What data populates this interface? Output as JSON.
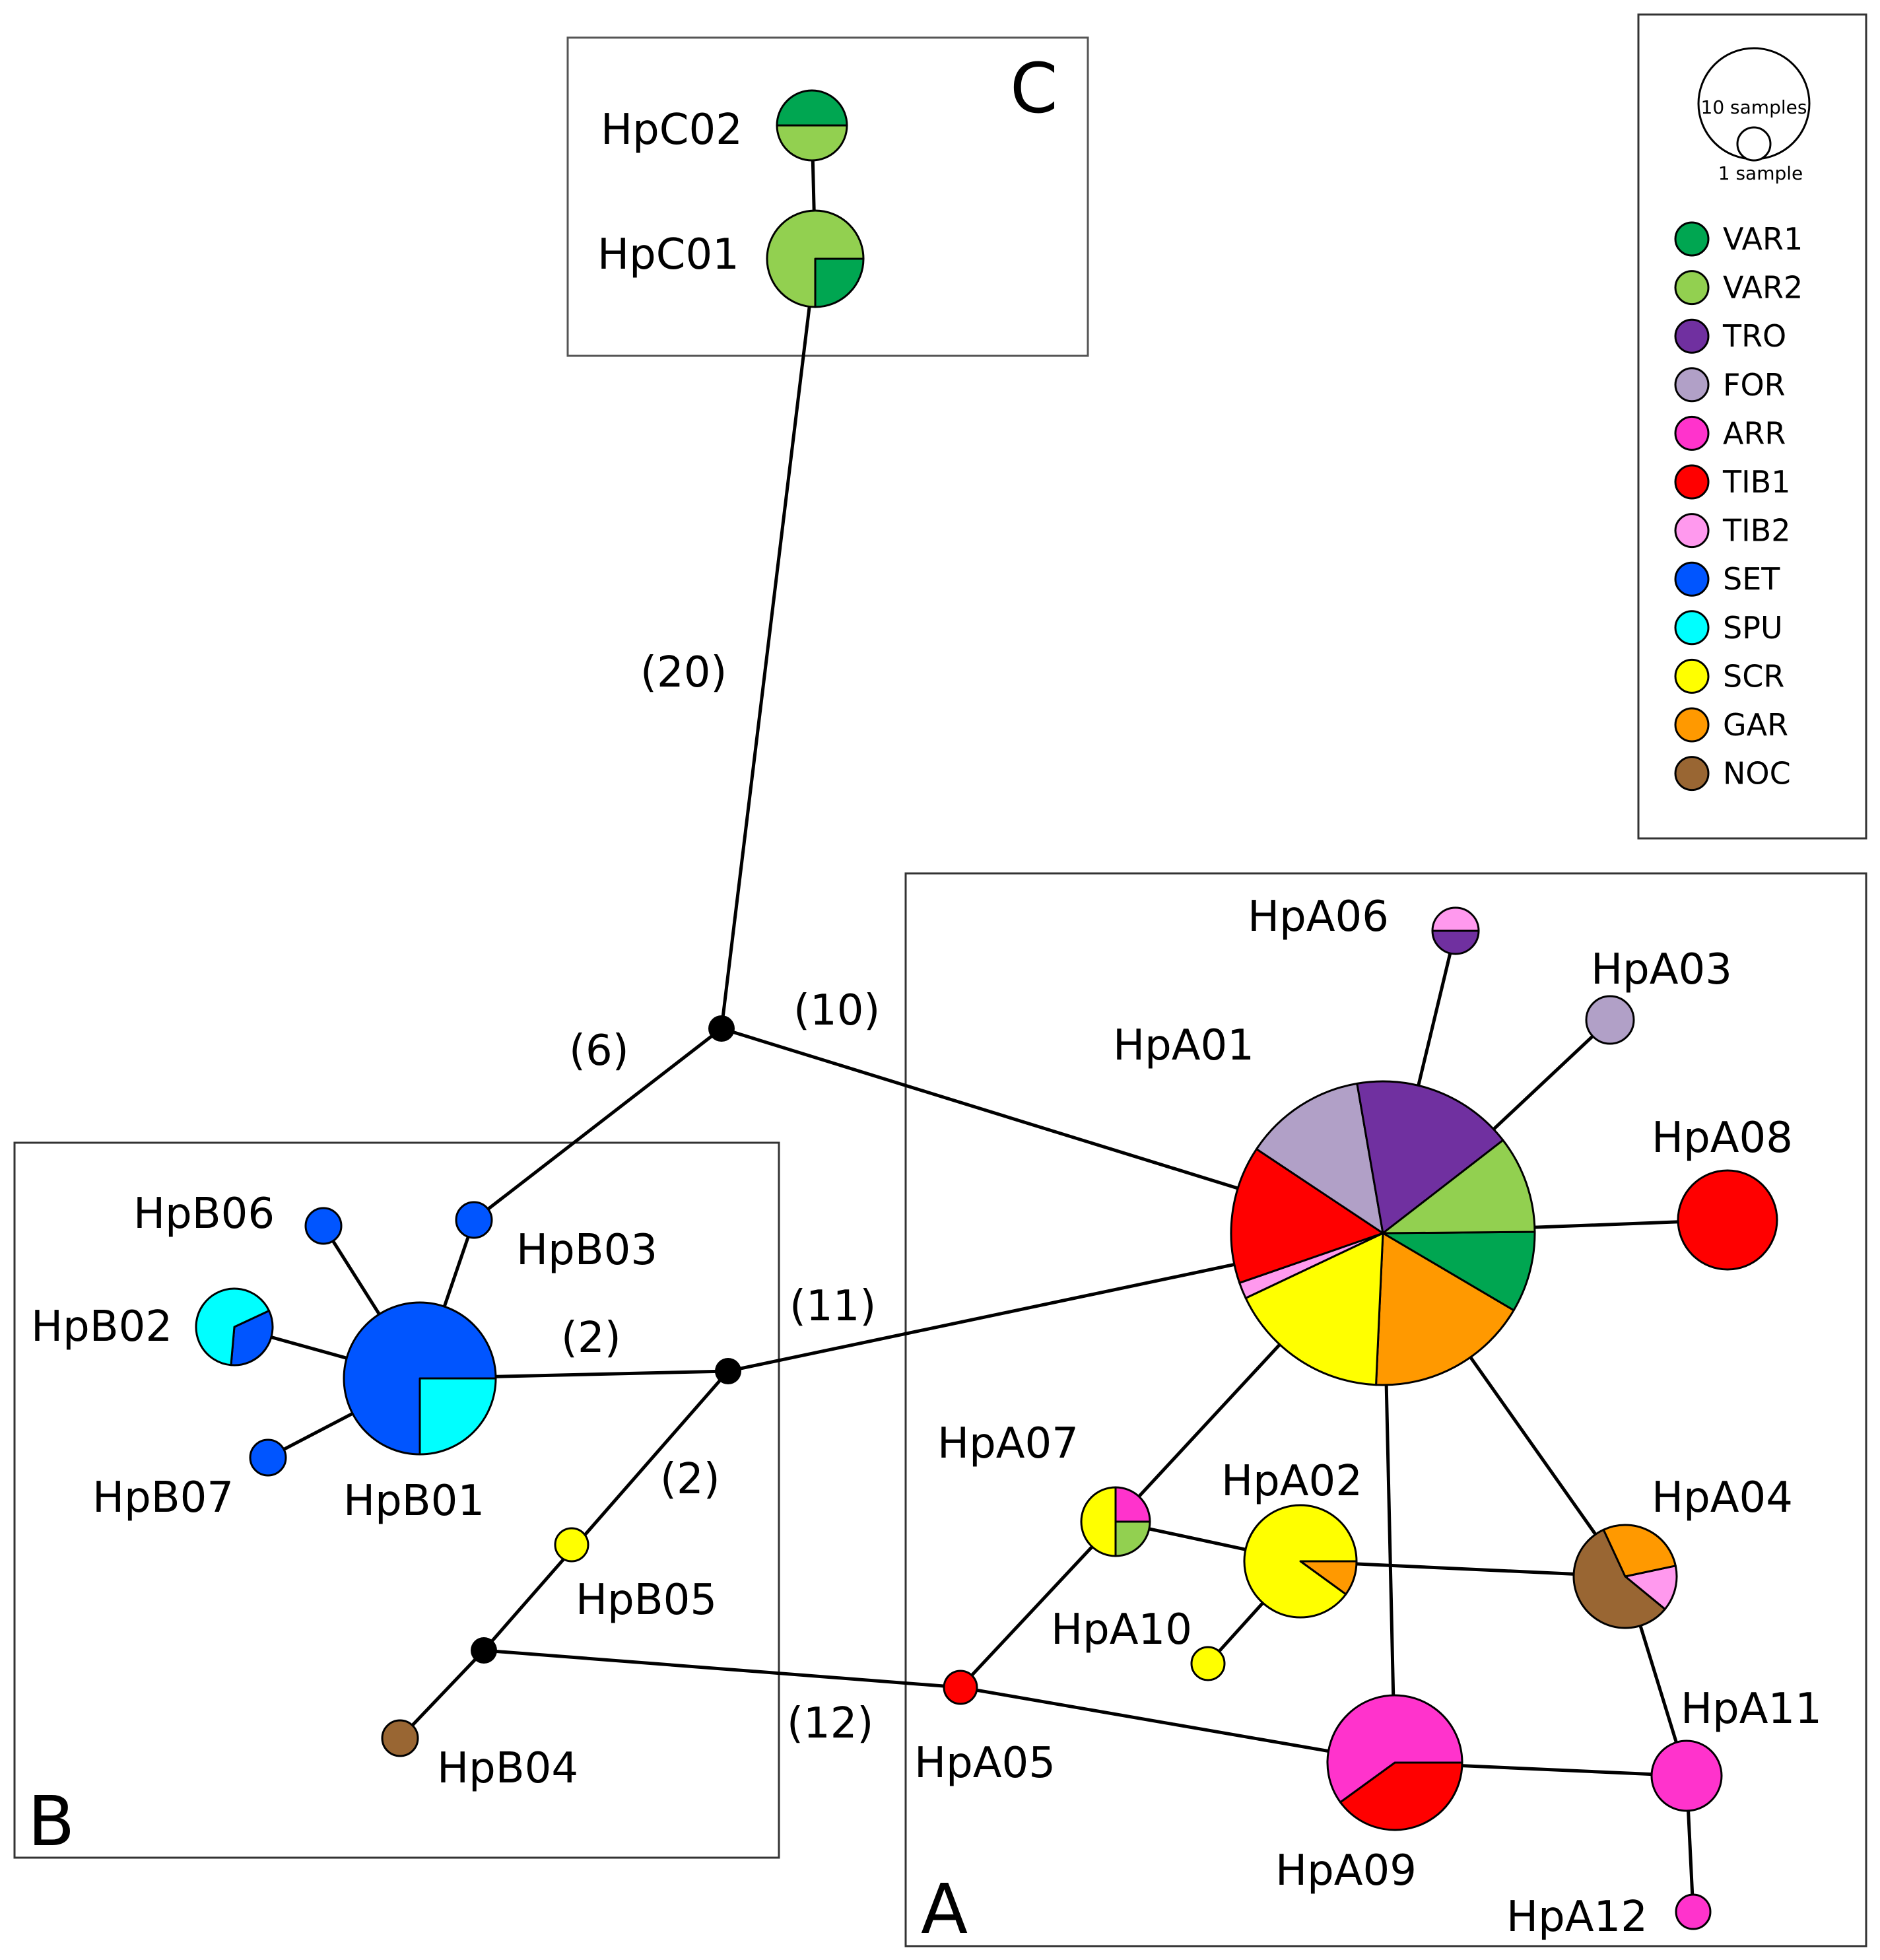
{
  "populations": [
    {
      "code": "VAR1",
      "color": "#00A651"
    },
    {
      "code": "VAR2",
      "color": "#92D050"
    },
    {
      "code": "TRO",
      "color": "#7030A0"
    },
    {
      "code": "FOR",
      "color": "#B1A0C7"
    },
    {
      "code": "ARR",
      "color": "#FF33CC"
    },
    {
      "code": "TIB1",
      "color": "#FF0000"
    },
    {
      "code": "TIB2",
      "color": "#FF99EE"
    },
    {
      "code": "SET",
      "color": "#0055FF"
    },
    {
      "code": "SPU",
      "color": "#00FFFF"
    },
    {
      "code": "SCR",
      "color": "#FFFF00"
    },
    {
      "code": "GAR",
      "color": "#FF9900"
    },
    {
      "code": "NOC",
      "color": "#996633"
    }
  ],
  "legend": {
    "scale_large": "10 samples",
    "scale_small": "1 sample"
  },
  "groups": {
    "A": "A",
    "B": "B",
    "C": "C"
  },
  "haplotypes": {
    "HpA01": {
      "label": "HpA01",
      "composition": [
        [
          "VAR1",
          1
        ],
        [
          "GAR",
          2
        ],
        [
          "SCR",
          2
        ],
        [
          "TIB2",
          0.2
        ],
        [
          "TIB1",
          1.7
        ],
        [
          "FOR",
          1.5
        ],
        [
          "TRO",
          2
        ],
        [
          "VAR2",
          1.2
        ]
      ]
    },
    "HpA02": {
      "label": "HpA02",
      "composition": [
        [
          "GAR",
          1
        ],
        [
          "SCR",
          9
        ]
      ]
    },
    "HpA03": {
      "label": "HpA03",
      "composition": [
        [
          "FOR",
          1
        ]
      ]
    },
    "HpA04": {
      "label": "HpA04",
      "composition": [
        [
          "TIB2",
          1
        ],
        [
          "NOC",
          4
        ],
        [
          "GAR",
          2
        ]
      ]
    },
    "HpA05": {
      "label": "HpA05",
      "composition": [
        [
          "TIB1",
          1
        ]
      ]
    },
    "HpA06": {
      "label": "HpA06",
      "composition": [
        [
          "TRO",
          1
        ],
        [
          "TIB2",
          1
        ]
      ]
    },
    "HpA07": {
      "label": "HpA07",
      "composition": [
        [
          "VAR2",
          1
        ],
        [
          "SCR",
          2
        ],
        [
          "ARR",
          1
        ]
      ]
    },
    "HpA08": {
      "label": "HpA08",
      "composition": [
        [
          "TIB1",
          1
        ]
      ]
    },
    "HpA09": {
      "label": "HpA09",
      "composition": [
        [
          "TIB1",
          4
        ],
        [
          "ARR",
          6
        ]
      ]
    },
    "HpA10": {
      "label": "HpA10",
      "composition": [
        [
          "SCR",
          1
        ]
      ]
    },
    "HpA11": {
      "label": "HpA11",
      "composition": [
        [
          "ARR",
          1
        ]
      ]
    },
    "HpA12": {
      "label": "HpA12",
      "composition": [
        [
          "ARR",
          1
        ]
      ]
    },
    "HpB01": {
      "label": "HpB01",
      "composition": [
        [
          "SPU",
          1
        ],
        [
          "SET",
          3
        ]
      ]
    },
    "HpB02": {
      "label": "HpB02",
      "composition": [
        [
          "SET",
          1
        ],
        [
          "SPU",
          2
        ]
      ]
    },
    "HpB03": {
      "label": "HpB03",
      "composition": [
        [
          "SET",
          1
        ]
      ]
    },
    "HpB04": {
      "label": "HpB04",
      "composition": [
        [
          "NOC",
          1
        ]
      ]
    },
    "HpB05": {
      "label": "HpB05",
      "composition": [
        [
          "SCR",
          1
        ]
      ]
    },
    "HpB06": {
      "label": "HpB06",
      "composition": [
        [
          "SET",
          1
        ]
      ]
    },
    "HpB07": {
      "label": "HpB07",
      "composition": [
        [
          "SET",
          1
        ]
      ]
    },
    "HpC01": {
      "label": "HpC01",
      "composition": [
        [
          "VAR1",
          1
        ],
        [
          "VAR2",
          3
        ]
      ]
    },
    "HpC02": {
      "label": "HpC02",
      "composition": [
        [
          "VAR1",
          1
        ],
        [
          "VAR2",
          1
        ]
      ]
    }
  },
  "mutation_labels": {
    "m20": "(20)",
    "m10": "(10)",
    "m6": "(6)",
    "m11": "(11)",
    "m2a": "(2)",
    "m2b": "(2)",
    "m12": "(12)"
  }
}
